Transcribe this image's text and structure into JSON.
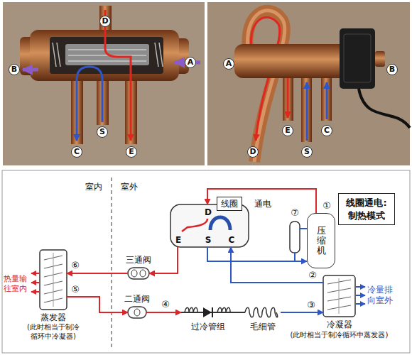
{
  "diagram": {
    "nodes": [
      {
        "text": [
          "线圈通电: 制热模式"
        ]
      },
      {
        "text": [
          "线圈"
        ]
      },
      {
        "text": [
          "D",
          "E",
          "S",
          "C"
        ]
      },
      {
        "text": [
          "压缩机"
        ]
      },
      {
        "text": [
          "三通阀"
        ]
      },
      {
        "text": [
          "二通阀"
        ]
      },
      {
        "text": [
          "蒸发器",
          "(此时相当于制冷循环中冷凝器)"
        ]
      },
      {
        "text": [
          "过冷管组"
        ]
      },
      {
        "text": [
          "毛细管"
        ]
      },
      {
        "text": [
          "冷凝器",
          "(此时相当于制冷循环中蒸发器)"
        ]
      }
    ],
    "edges": [
      {
        "from": 3,
        "to": 2,
        "arrow": "to"
      },
      {
        "from": 2,
        "to": 4,
        "arrow": "to"
      },
      {
        "from": 4,
        "to": 6,
        "arrow": "to"
      },
      {
        "from": 6,
        "to": 5,
        "arrow": "to"
      },
      {
        "from": 5,
        "to": 7,
        "arrow": "to"
      },
      {
        "from": 7,
        "to": 8,
        "arrow": "none"
      },
      {
        "from": 8,
        "to": 9,
        "arrow": "to"
      },
      {
        "from": 9,
        "to": 2,
        "arrow": "to"
      },
      {
        "from": 2,
        "to": 3,
        "arrow": "to"
      }
    ],
    "labels": [
      "D",
      "B",
      "A",
      "S",
      "C",
      "E",
      "A",
      "B",
      "D",
      "E",
      "S",
      "C",
      "室内",
      "室外",
      "通电",
      "①",
      "⑦",
      "⑥",
      "⑤",
      "④",
      "②",
      "③",
      "热量输往室内",
      "冷量排向室外"
    ]
  }
}
